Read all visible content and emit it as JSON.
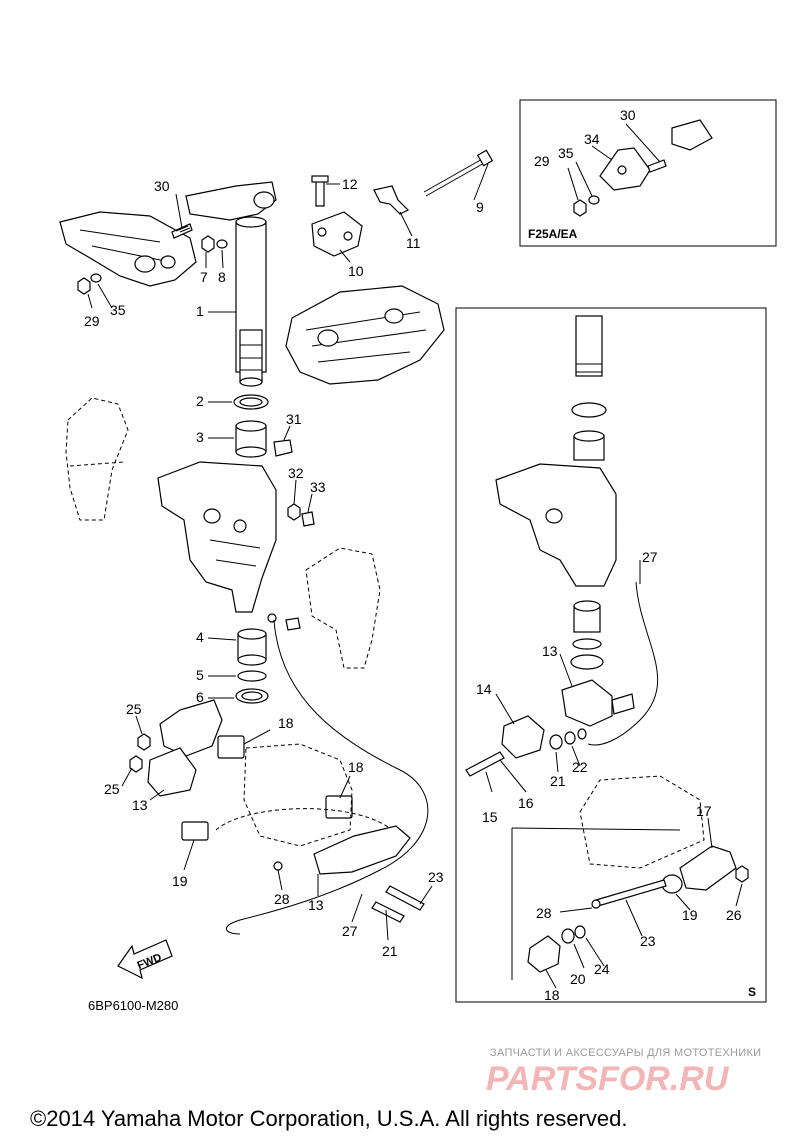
{
  "diagram_code": "6BP6100-M280",
  "inset_label": "F25A/EA",
  "variant_label": "S",
  "fwd_label": "FWD",
  "watermark": {
    "caption": "ЗАПЧАСТИ И АКСЕССУАРЫ ДЛЯ МОТОТЕХНИКИ",
    "brand": "PARTSFOR.RU"
  },
  "copyright": "©2014 Yamaha Motor Corporation, U.S.A. All rights reserved.",
  "callouts": {
    "c1": "1",
    "c2": "2",
    "c3": "3",
    "c4": "4",
    "c5": "5",
    "c6": "6",
    "c7": "7",
    "c8": "8",
    "c9": "9",
    "c10": "10",
    "c11": "11",
    "c12": "12",
    "c13a": "13",
    "c13b": "13",
    "c18a": "18",
    "c18b": "18",
    "c19": "19",
    "c21": "21",
    "c23": "23",
    "c25a": "25",
    "c25b": "25",
    "c27": "27",
    "c28": "28",
    "c29": "29",
    "c30": "30",
    "c31": "31",
    "c32": "32",
    "c33": "33",
    "c35": "35",
    "i29": "29",
    "i30": "30",
    "i34": "34",
    "i35": "35",
    "s13": "13",
    "s14": "14",
    "s15": "15",
    "s16": "16",
    "s17": "17",
    "s18": "18",
    "s19": "19",
    "s20": "20",
    "s21": "21",
    "s22": "22",
    "s23": "23",
    "s24": "24",
    "s26": "26",
    "s27": "27",
    "s28": "28"
  }
}
